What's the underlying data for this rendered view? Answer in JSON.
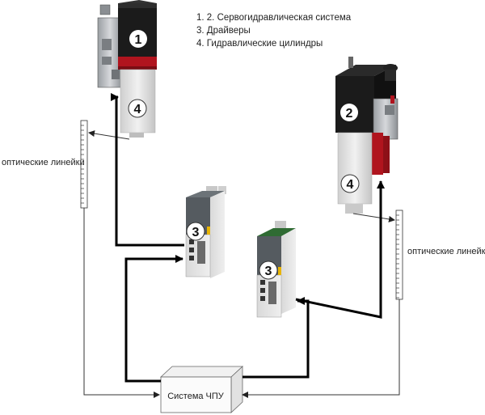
{
  "legend": {
    "item1": "1. 2. Сервогидравлическая система",
    "item2": "3. Драйверы",
    "item3": "4. Гидравлические цилиндры"
  },
  "badges": {
    "left_servo": "1",
    "right_servo": "2",
    "left_cylinder": "4",
    "right_cylinder": "4",
    "left_driver": "3",
    "right_driver": "3"
  },
  "labels": {
    "left_ruler": "оптические линейки",
    "right_ruler": "оптические линейки",
    "cnc": "Система ЧПУ"
  }
}
